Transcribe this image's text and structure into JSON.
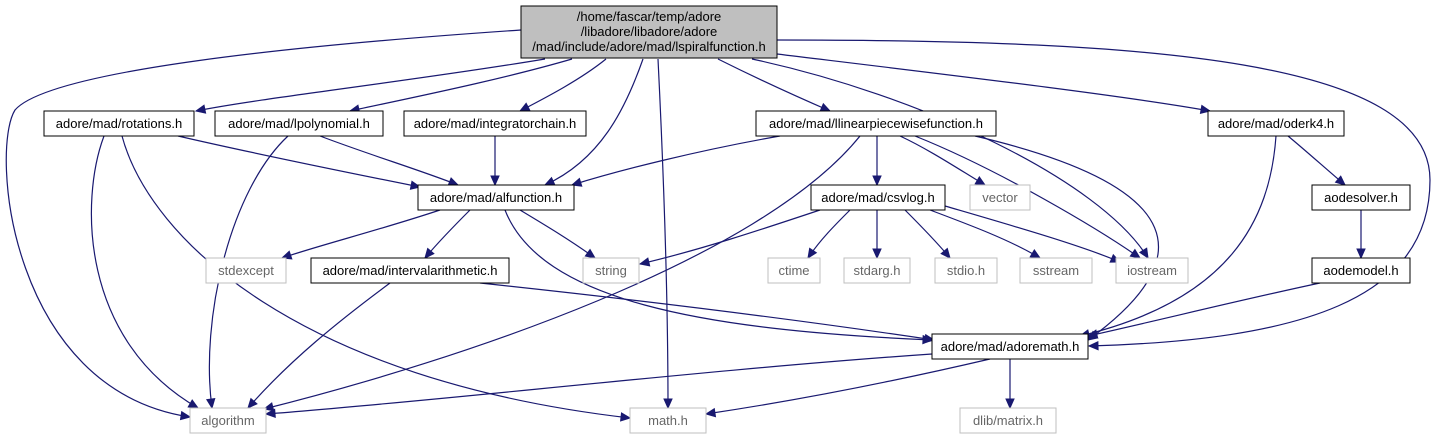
{
  "diagram": {
    "root": {
      "lines": [
        "/home/fascar/temp/adore",
        "/libadore/libadore/adore",
        "/mad/include/adore/mad/lspiralfunction.h"
      ]
    },
    "nodes": {
      "rotations": "adore/mad/rotations.h",
      "lpolynomial": "adore/mad/lpolynomial.h",
      "integratorchain": "adore/mad/integratorchain.h",
      "llinear": "adore/mad/llinearpiecewisefunction.h",
      "oderk4": "adore/mad/oderk4.h",
      "alfunction": "adore/mad/alfunction.h",
      "csvlog": "adore/mad/csvlog.h",
      "vector": "vector",
      "aodesolver": "aodesolver.h",
      "stdexcept": "stdexcept",
      "interval": "adore/mad/intervalarithmetic.h",
      "string": "string",
      "ctime": "ctime",
      "stdarg": "stdarg.h",
      "stdio": "stdio.h",
      "sstream": "sstream",
      "iostream": "iostream",
      "aodemodel": "aodemodel.h",
      "adoremath": "adore/mad/adoremath.h",
      "algorithm": "algorithm",
      "math": "math.h",
      "dlib": "dlib/matrix.h"
    },
    "colors": {
      "edge": "#191970",
      "root_fill": "#bfbfbf",
      "local_border": "#000000",
      "system_border": "#bfbfbf"
    }
  }
}
